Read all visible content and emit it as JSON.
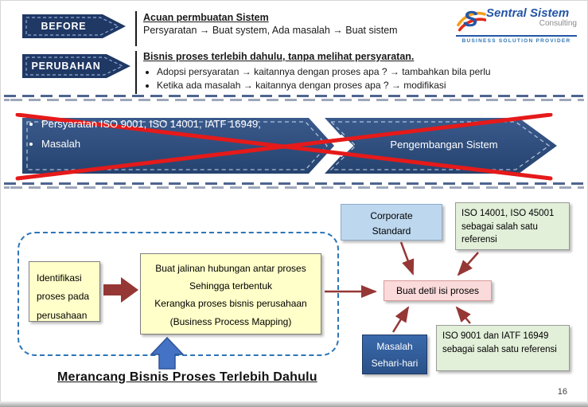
{
  "slide": {
    "page_number": "16"
  },
  "logo": {
    "brand": "Sentral Sistem",
    "sub": "Consulting",
    "tagline": "BUSINESS SOLUTION PROVIDER"
  },
  "top": {
    "before": {
      "label": "BEFORE",
      "heading": "Acuan permbuatan Sistem",
      "body": "Persyaratan → Buat system, Ada masalah → Buat sistem"
    },
    "perubahan": {
      "label": "PERUBAHAN",
      "heading": "Bisnis proses terlebih dahulu, tanpa melihat persyaratan.",
      "bullets": [
        "Adopsi persyaratan → kaitannya dengan proses apa ? → tambahkan bila perlu",
        "Ketika ada masalah → kaitannya dengan proses apa ? → modifikasi"
      ]
    }
  },
  "banner": {
    "crossed_items": [
      "Persyaratan ISO 9001, ISO 14001, IATF 16949,",
      "Masalah"
    ],
    "right_label": "Pengembangan Sistem"
  },
  "diagram": {
    "identify_box": {
      "lines": [
        "Identifikasi",
        "proses pada",
        "perusahaan"
      ]
    },
    "mapping_box": {
      "lines": [
        "Buat jalinan hubungan antar proses",
        "Sehingga terbentuk",
        "Kerangka proses bisnis perusahaan",
        "(Business Process Mapping)"
      ]
    },
    "corporate_box": {
      "lines": [
        "Corporate",
        "Standard"
      ]
    },
    "iso_top_box": "ISO 14001, ISO 45001 sebagai salah satu referensi",
    "detail_box": "Buat detil isi proses",
    "masalah_box": {
      "lines": [
        "Masalah",
        "Sehari-hari"
      ]
    },
    "iso_bottom_box": "ISO 9001 dan IATF 16949 sebagai salah satu referensi",
    "caption": "Merancang Bisnis Proses Terlebih Dahulu"
  },
  "colors": {
    "navy": "#1F3864",
    "banner_blue": "#2E4C7C",
    "red_cross": "#E51A1A",
    "maroon": "#953735",
    "yellow": "#FFFFC9",
    "light_blue": "#BDD7EE",
    "green": "#E2EFD9",
    "pink": "#FADADA",
    "blue_box": "#2F5B95",
    "accent_blue": "#2E75B6"
  }
}
